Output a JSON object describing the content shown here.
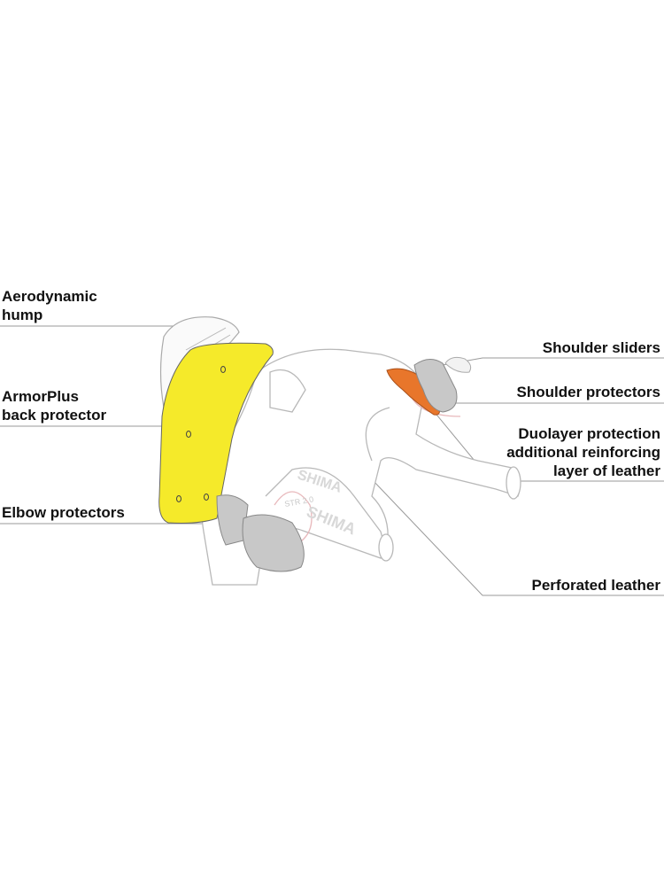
{
  "labels": {
    "aerodynamic_hump": [
      "Aerodynamic",
      "hump"
    ],
    "back_protector": [
      "ArmorPlus",
      "back protector"
    ],
    "elbow_protectors": "Elbow protectors",
    "shoulder_sliders": "Shoulder sliders",
    "shoulder_protectors": "Shoulder protectors",
    "duolayer": [
      "Duolayer protection",
      "additional reinforcing",
      "layer of leather"
    ],
    "perforated_leather": "Perforated leather"
  },
  "suit_branding": {
    "brand": "SHIMA",
    "model": "STR 2.0"
  },
  "colors": {
    "back_protector": "#f5ea2a",
    "duolayer": "#e8762b",
    "protectors": "#c8c8c8",
    "leader_line": "#9a9a9a"
  }
}
